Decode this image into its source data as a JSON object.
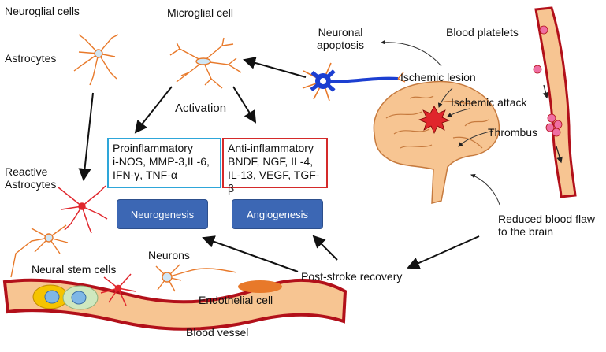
{
  "labels": {
    "neuroglial_cells": "Neuroglial cells",
    "astrocytes": "Astrocytes",
    "microglial_cell": "Microglial cell",
    "neuronal_apoptosis": "Neuronal apoptosis",
    "blood_platelets": "Blood platelets",
    "ischemic_lesion": "Ischemic lesion",
    "ischemic_attack": "Ischemic attack",
    "thrombus": "Thrombus",
    "activation": "Activation",
    "reactive_astrocytes": "Reactive Astrocytes",
    "reduced_blood_flow": "Reduced blood flaw to the brain",
    "post_stroke_recovery": "Post-stroke recovery",
    "neurons": "Neurons",
    "neural_stem_cells": "Neural stem cells",
    "endothelial_cell": "Endothelial cell",
    "blood_vessel": "Blood vessel"
  },
  "proinflammatory": {
    "title": "Proinflammatory",
    "line1": "i-NOS, MMP-3,IL-6,",
    "line2": "IFN-γ, TNF-α"
  },
  "anti_inflammatory": {
    "title": "Anti-inflammatory",
    "line1": "BNDF, NGF, IL-4,",
    "line2": "IL-13, VEGF, TGF-β"
  },
  "outcomes": {
    "neurogenesis": "Neurogenesis",
    "angiogenesis": "Angiogenesis"
  },
  "colors": {
    "proinflammatory_border": "#2ea6d9",
    "anti_inflammatory_border": "#d42a2a",
    "outcome_fill": "#3c67b4",
    "vessel_fill": "#f7c592",
    "vessel_border": "#b2101a",
    "cell_orange": "#e8792a",
    "neuron_red": "#e0262c"
  }
}
